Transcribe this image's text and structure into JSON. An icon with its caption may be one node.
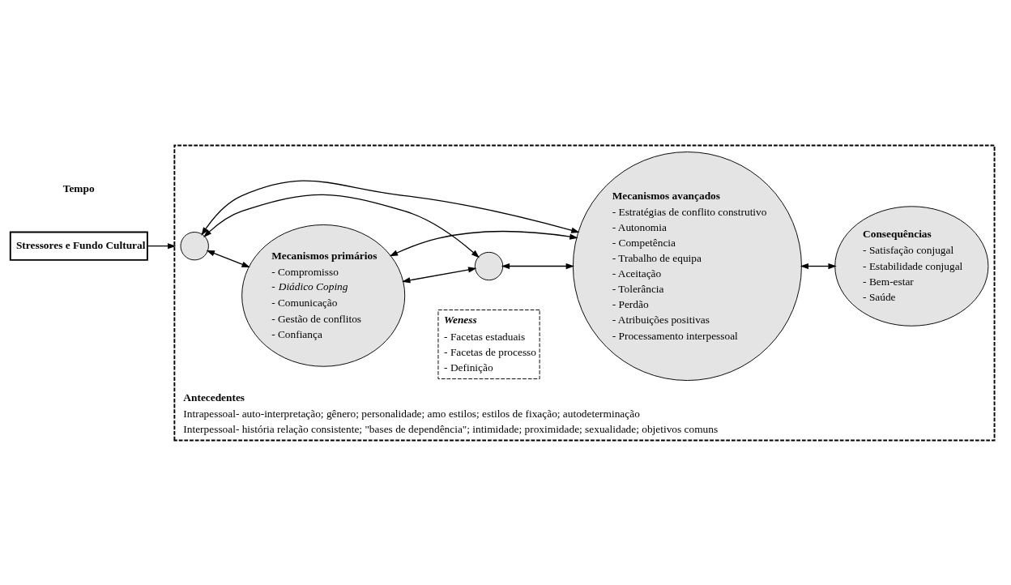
{
  "diagram": {
    "nodes": [
      {
        "text": [
          "Antecedentes",
          "Intrapessoal- auto-interpretação; gênero; personalidade; amo estilos; estilos de fixação; autodeterminação",
          "Interpessoal- história relação consistente; \"bases de dependência\"; intimidade; proximidade; sexualidade; objetivos comuns"
        ]
      },
      {
        "text": [],
        "shape": "circle",
        "in": 0
      },
      {
        "text": [
          "Mecanismos primários",
          "- Compromisso",
          "- *Diádico Coping*",
          "- Comunicação",
          "- Gestão de conflitos",
          "- Confiança"
        ],
        "in": 0
      },
      {
        "text": [],
        "shape": "circle",
        "in": 0
      },
      {
        "text": [
          "Weness",
          "- Facetas estaduais",
          "- Facetas de processo",
          "- Definição"
        ],
        "in": 0
      },
      {
        "text": [
          "Mecanismos avançados",
          "- Estratégias de conflito construtivo",
          "- Autonomia",
          "- Competência",
          "- Trabalho de equipa",
          "- Aceitação",
          "- Tolerância",
          "- Perdão",
          "- Atribuições positivas",
          "- Processamento interpessoal"
        ],
        "in": 0
      },
      {
        "text": [
          "Consequências",
          "- Satisfação conjugal",
          "- Estabilidade conjugal",
          "- Bem-estar",
          "- Saúde"
        ],
        "in": 0
      },
      {
        "text": [
          "Stressores e Fundo Cultural"
        ]
      }
    ],
    "edges": [
      {
        "from": 1,
        "to": 2,
        "arrow": "both"
      },
      {
        "from": 2,
        "to": 3,
        "arrow": "both"
      },
      {
        "from": 3,
        "to": 5,
        "arrow": "both"
      },
      {
        "from": 5,
        "to": 6,
        "arrow": "both"
      },
      {
        "from": 1,
        "to": 5,
        "arrow": "both"
      },
      {
        "from": 1,
        "to": 3,
        "arrow": "both"
      },
      {
        "from": 2,
        "to": 5,
        "arrow": "both"
      },
      {
        "from": 7,
        "to": 0,
        "arrow": "to"
      }
    ],
    "labels": [
      "Tempo"
    ]
  }
}
